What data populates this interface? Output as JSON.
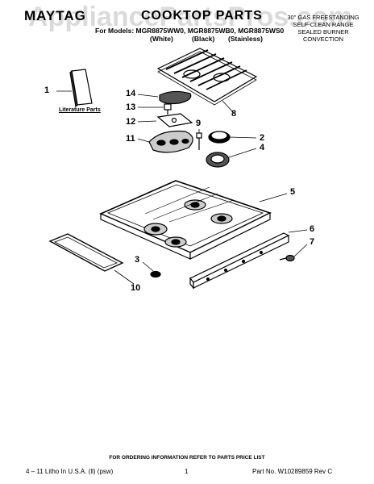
{
  "header": {
    "watermark": "AppliancePartsPros.com",
    "brand": "MAYTAG",
    "title": "COOKTOP PARTS",
    "models_line": "For Models: MGR8875WW0, MGR8875WB0, MGR8875WS0",
    "finishes": [
      "(White)",
      "(Black)",
      "(Stainless)"
    ],
    "description": [
      "30\" GAS FREESTANDING",
      "SELF-CLEAN RANGE",
      "SEALED BURNER",
      "CONVECTION"
    ]
  },
  "callouts": [
    "1",
    "2",
    "3",
    "4",
    "5",
    "6",
    "7",
    "8",
    "9",
    "10",
    "11",
    "12",
    "13",
    "14"
  ],
  "literature_label": "Literature Parts",
  "footer": {
    "ordering_note": "FOR ORDERING INFORMATION REFER TO PARTS PRICE LIST",
    "print_info": "4 – 11 Litho In U.S.A. (ll) (psw)",
    "page_number": "1",
    "part_number": "Part No. W10289859 Rev C"
  }
}
